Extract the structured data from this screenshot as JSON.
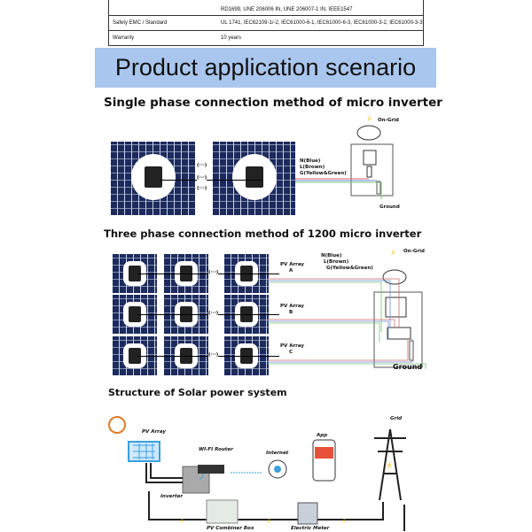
{
  "spec_table": {
    "rows": [
      {
        "label": "",
        "value": "RD1699, UNE 206006 IN, UNE 206007-1 IN, IEEE1547"
      },
      {
        "label": "Safety EMC / Standard",
        "value": "UL 1741, IEC62109-1/-2, IEC61000-6-1, IEC61000-6-3, IEC61000-3-2, IEC61000-3-3"
      },
      {
        "label": "Warranty",
        "value": "10 years"
      }
    ]
  },
  "banner": {
    "title": "Product application scenario",
    "color": "#a9c6ee"
  },
  "single_phase": {
    "title": "Single phase connection method of micro inverter",
    "ellipsis": "(···)",
    "wires": [
      "N(Blue)",
      "L(Brown)",
      "G(Yellow&Green)"
    ],
    "on_grid": "On-Grid",
    "ground": "Ground"
  },
  "three_phase": {
    "title": "Three phase connection method of 1200 micro inverter",
    "ellipsis": "(···)",
    "arrays": [
      {
        "label": "PV Array",
        "id": "A"
      },
      {
        "label": "PV Array",
        "id": "B"
      },
      {
        "label": "PV Array",
        "id": "C"
      }
    ],
    "wires": [
      "N(Blue)",
      "L(Brown)",
      "G(Yellow&Green)"
    ],
    "on_grid": "On-Grid",
    "ground": "Ground"
  },
  "solar_system": {
    "title": "Structure of Solar power system",
    "labels": {
      "pv_array": "PV Array",
      "wifi_router": "WI-FI Router",
      "internet": "Internet",
      "app": "App",
      "grid": "Grid",
      "inverter": "Inverter",
      "combiner": "PV Combiner Box",
      "meter": "Electric Meter"
    }
  },
  "colors": {
    "wire_blue": "#6b8fd6",
    "wire_brown": "#d86a6a",
    "wire_green": "#7cc47c",
    "bolt": "#e8c820",
    "panel": "#1c2a5c",
    "sky": "#3aa0e0",
    "sun": "#e07a2a"
  }
}
